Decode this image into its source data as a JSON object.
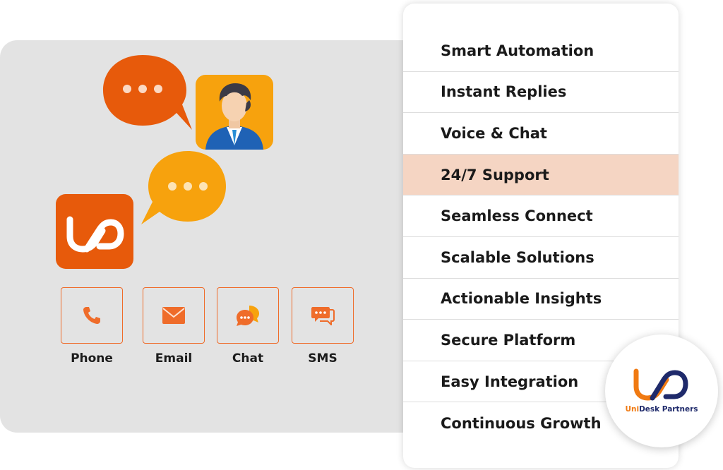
{
  "colors": {
    "orange": "#e75a0b",
    "yellow": "#f7a20d",
    "navy": "#1f2a6b",
    "highlight": "#f5d5c3",
    "panel": "#e3e3e3"
  },
  "channels": [
    {
      "label": "Phone",
      "icon": "phone-icon"
    },
    {
      "label": "Email",
      "icon": "email-icon"
    },
    {
      "label": "Chat",
      "icon": "chat-icon"
    },
    {
      "label": "SMS",
      "icon": "sms-icon"
    }
  ],
  "features": [
    {
      "label": "Smart Automation",
      "highlighted": false
    },
    {
      "label": "Instant Replies",
      "highlighted": false
    },
    {
      "label": "Voice & Chat",
      "highlighted": false
    },
    {
      "label": "24/7 Support",
      "highlighted": true
    },
    {
      "label": "Seamless Connect",
      "highlighted": false
    },
    {
      "label": "Scalable Solutions",
      "highlighted": false
    },
    {
      "label": "Actionable Insights",
      "highlighted": false
    },
    {
      "label": "Secure Platform",
      "highlighted": false
    },
    {
      "label": "Easy Integration",
      "highlighted": false
    },
    {
      "label": "Continuous Growth",
      "highlighted": false
    }
  ],
  "brand": {
    "name_prefix": "Uni",
    "name_rest": "Desk Partners"
  }
}
